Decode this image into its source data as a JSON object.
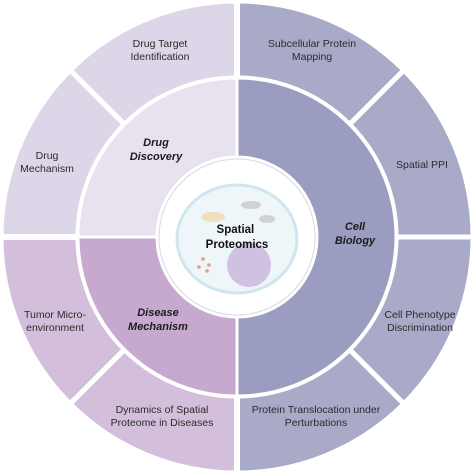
{
  "center": {
    "label_lines": [
      "Spatial",
      "Proteomics"
    ],
    "icon": "cell-icon"
  },
  "sections": [
    {
      "id": "drug-discovery",
      "label_lines": [
        "Drug",
        "Discovery"
      ],
      "inner_color": "#e8e2ef",
      "outer_color": "#ddd5e8",
      "items": [
        {
          "lines": [
            "Drug Target",
            "Identification"
          ]
        },
        {
          "lines": [
            "Drug",
            "Mechanism"
          ]
        }
      ]
    },
    {
      "id": "disease-mechanism",
      "label_lines": [
        "Disease",
        "Mechanism"
      ],
      "inner_color": "#c7a9d0",
      "outer_color": "#d3bfdc",
      "items": [
        {
          "lines": [
            "Tumor Micro-",
            "environment"
          ]
        },
        {
          "lines": [
            "Dynamics of Spatial",
            "Proteome in Diseases"
          ]
        }
      ]
    },
    {
      "id": "cell-biology",
      "label_lines": [
        "Cell",
        "Biology"
      ],
      "inner_color": "#9a9cc0",
      "outer_color": "#a8aac8",
      "items": [
        {
          "lines": [
            "Subcellular Protein",
            "Mapping"
          ]
        },
        {
          "lines": [
            "Spatial PPI"
          ]
        },
        {
          "lines": [
            "Cell Phenotype",
            "Discrimination"
          ]
        },
        {
          "lines": [
            "Protein Translocation under",
            "Perturbations"
          ]
        }
      ]
    }
  ],
  "colors": {
    "separator": "#ffffff",
    "center_fill": "#ffffff",
    "cell_membrane": "#cfe6ef",
    "nucleus": "#c9b7da"
  }
}
